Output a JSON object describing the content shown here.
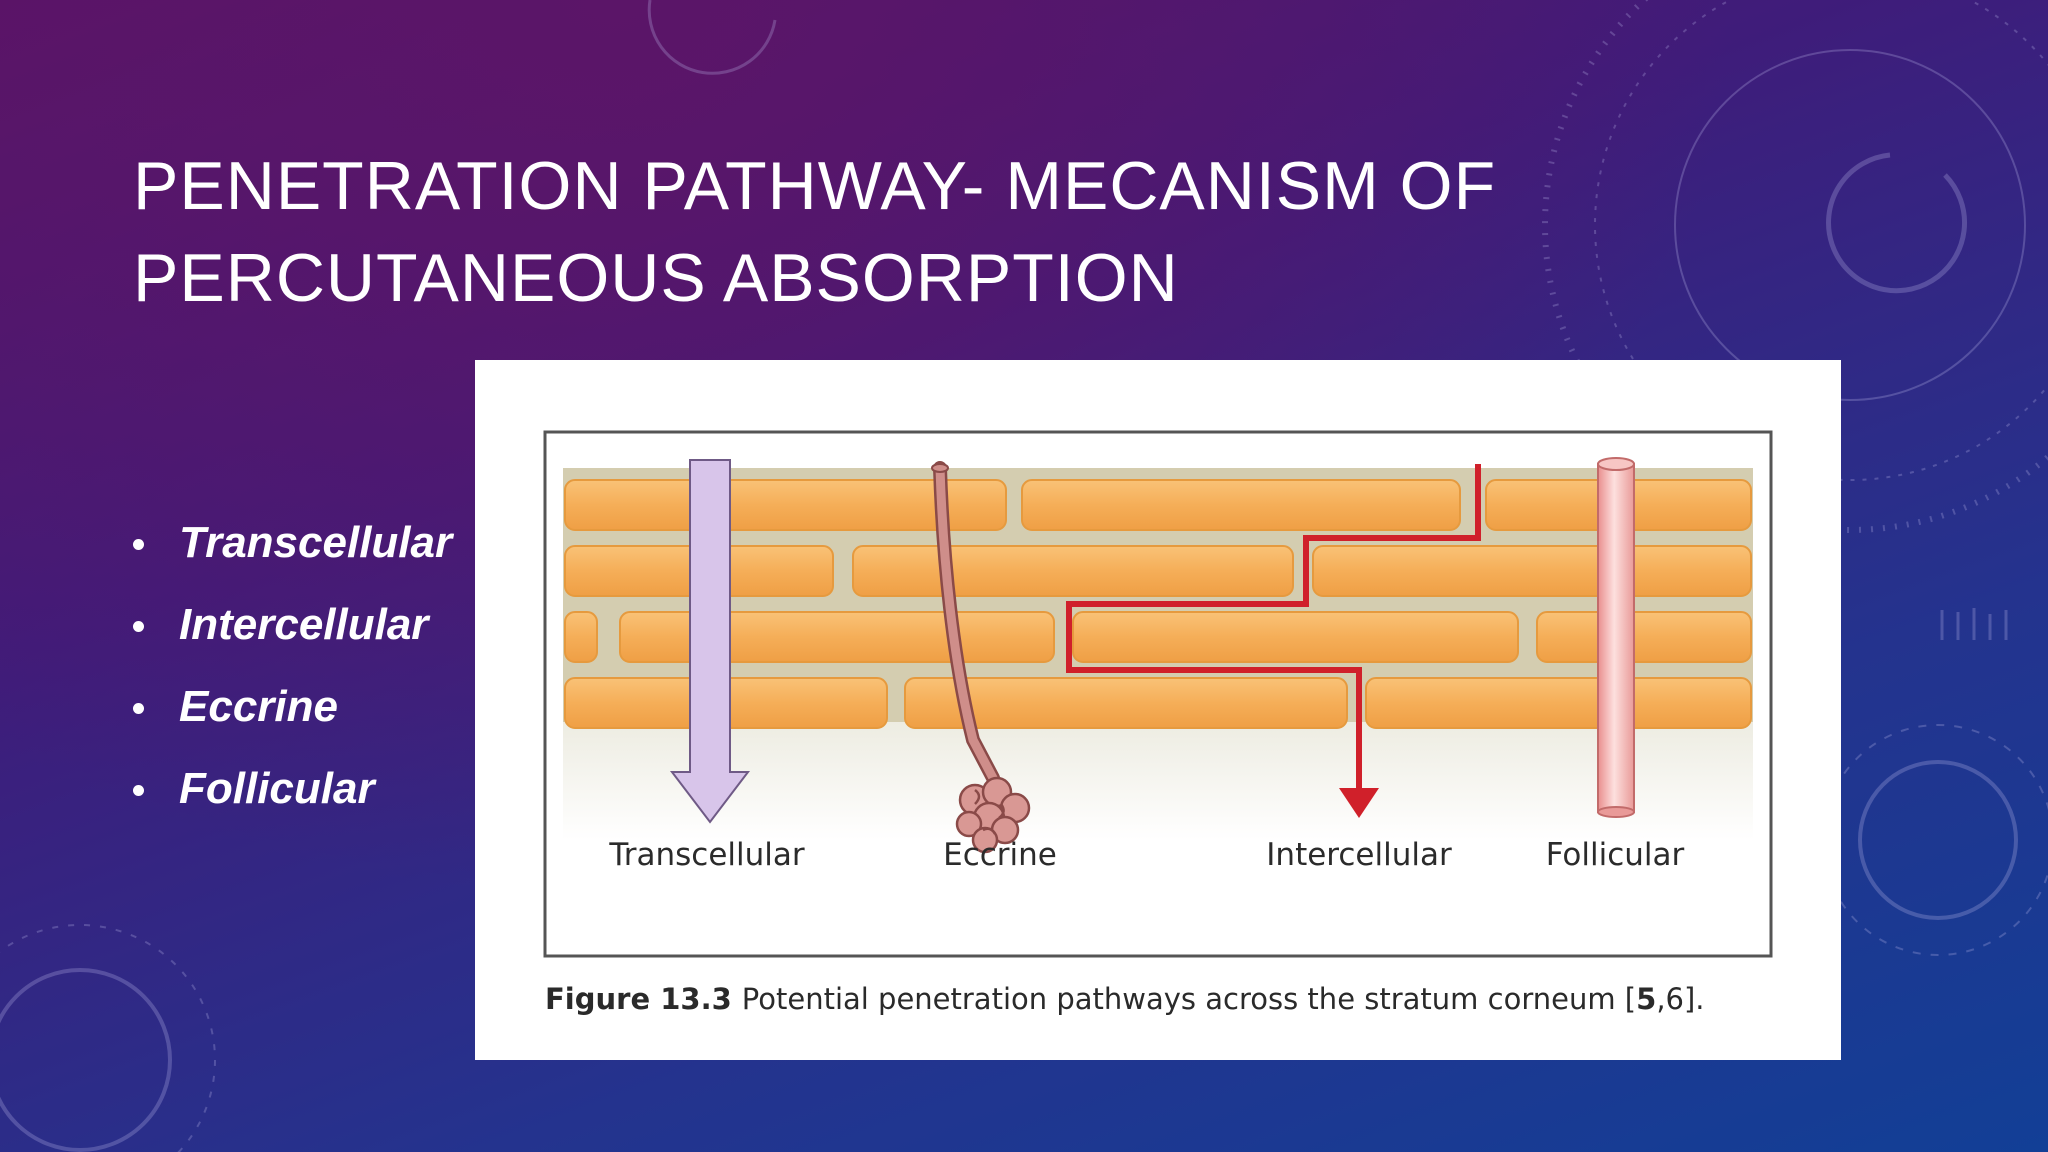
{
  "slide": {
    "title_line1": "PENETRATION PATHWAY- MECANISM OF",
    "title_line2": "PERCUTANEOUS ABSORPTION"
  },
  "bullets": [
    {
      "label": "Transcellular"
    },
    {
      "label": "Intercellular"
    },
    {
      "label": "Eccrine"
    },
    {
      "label": "Follicular"
    }
  ],
  "figure": {
    "pathway_labels": {
      "transcellular": "Transcellular",
      "eccrine": "Eccrine",
      "intercellular": "Intercellular",
      "follicular": "Follicular"
    },
    "caption": {
      "label": "Figure 13.3",
      "text_before": "Potential penetration pathways across the stratum corneum [",
      "ref_bold": "5",
      "text_after": ",6]."
    }
  },
  "colors": {
    "corneocyte": "#f5b25c",
    "lipid_matrix": "#d6cfb2",
    "transcellular_arrow": "#d4c0e6",
    "intercellular_path": "#d0202a",
    "eccrine_duct": "#c98a86",
    "follicle": "#f2b4b4"
  }
}
